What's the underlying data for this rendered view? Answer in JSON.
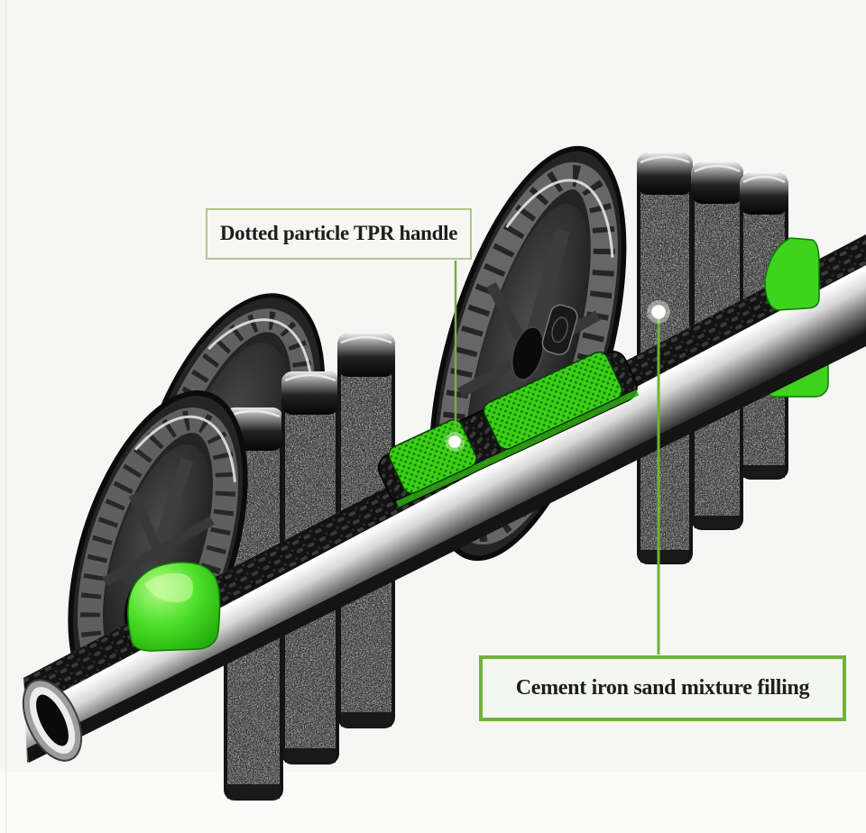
{
  "scene": {
    "type": "product-photo",
    "subject": "Adjustable dumbbell pair connected into a barbell with a chrome connecting tube",
    "background_color": "#f6f6f5"
  },
  "colors": {
    "accent_green": "#3ed31c",
    "grip_green": "#3dcf17",
    "callout1_border": "#adc987",
    "callout2_border": "#71b23b",
    "callout_line": "#6db438",
    "label_text": "#1d1d1d",
    "label_bg": "#f6f7f3",
    "chrome_highlight": "#ffffff",
    "tire_gray": "#636363"
  },
  "callouts": {
    "tpr_handle": {
      "label": "Dotted particle TPR handle"
    },
    "filling": {
      "label": "Cement iron sand mixture filling"
    }
  }
}
